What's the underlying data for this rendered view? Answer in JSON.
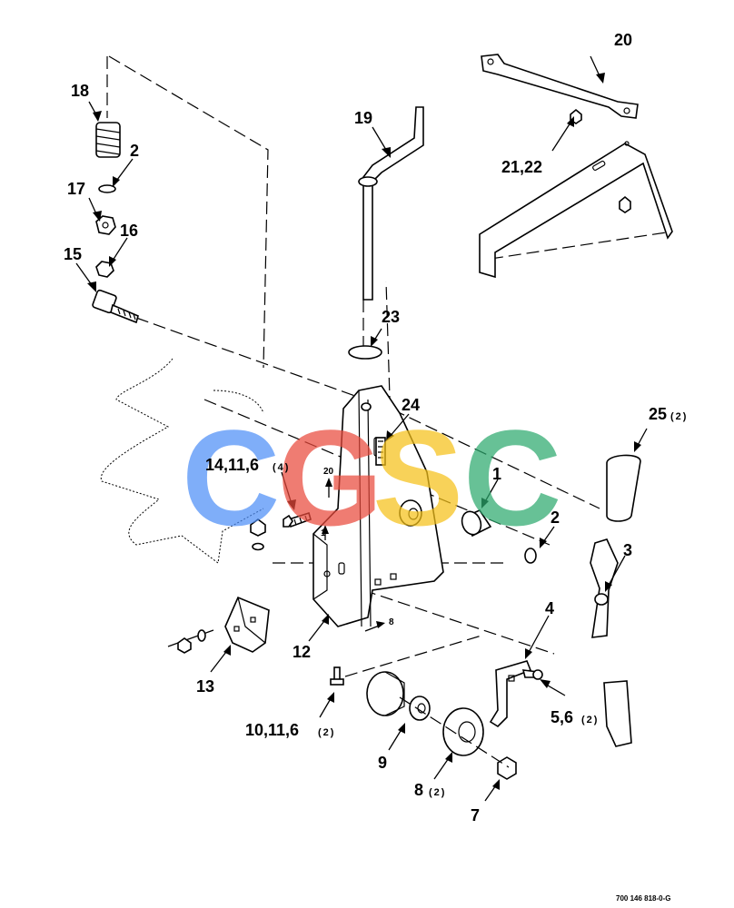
{
  "figure_id": "700 146 818-0-G",
  "watermark": {
    "letters": [
      "C",
      "G",
      "S",
      "C"
    ],
    "colors": [
      "#4f8ff7",
      "#ea4a3c",
      "#f6c21a",
      "#2daa6e"
    ]
  },
  "callouts": [
    {
      "id": "c18",
      "num": "18",
      "qty": ""
    },
    {
      "id": "c2a",
      "num": "2",
      "qty": ""
    },
    {
      "id": "c17",
      "num": "17",
      "qty": ""
    },
    {
      "id": "c16",
      "num": "16",
      "qty": ""
    },
    {
      "id": "c15",
      "num": "15",
      "qty": ""
    },
    {
      "id": "c19",
      "num": "19",
      "qty": ""
    },
    {
      "id": "c20",
      "num": "20",
      "qty": ""
    },
    {
      "id": "c2122",
      "num": "21,22",
      "qty": ""
    },
    {
      "id": "c23",
      "num": "23",
      "qty": ""
    },
    {
      "id": "c24",
      "num": "24",
      "qty": ""
    },
    {
      "id": "c25",
      "num": "25",
      "qty": "(2)"
    },
    {
      "id": "c14",
      "num": "14,11,6",
      "qty": "(4)"
    },
    {
      "id": "c1",
      "num": "1",
      "qty": ""
    },
    {
      "id": "c2b",
      "num": "2",
      "qty": ""
    },
    {
      "id": "c3",
      "num": "3",
      "qty": ""
    },
    {
      "id": "c4",
      "num": "4",
      "qty": ""
    },
    {
      "id": "c56",
      "num": "5,6",
      "qty": "(2)"
    },
    {
      "id": "c12",
      "num": "12",
      "qty": ""
    },
    {
      "id": "c13",
      "num": "13",
      "qty": ""
    },
    {
      "id": "c10",
      "num": "10,11,6",
      "qty": "(2)"
    },
    {
      "id": "c9",
      "num": "9",
      "qty": ""
    },
    {
      "id": "c8",
      "num": "8",
      "qty": "(2)"
    },
    {
      "id": "c7",
      "num": "7",
      "qty": ""
    }
  ],
  "inline_labels": {
    "ref_20": "20",
    "ref_1": "1",
    "ref_8": "8"
  }
}
